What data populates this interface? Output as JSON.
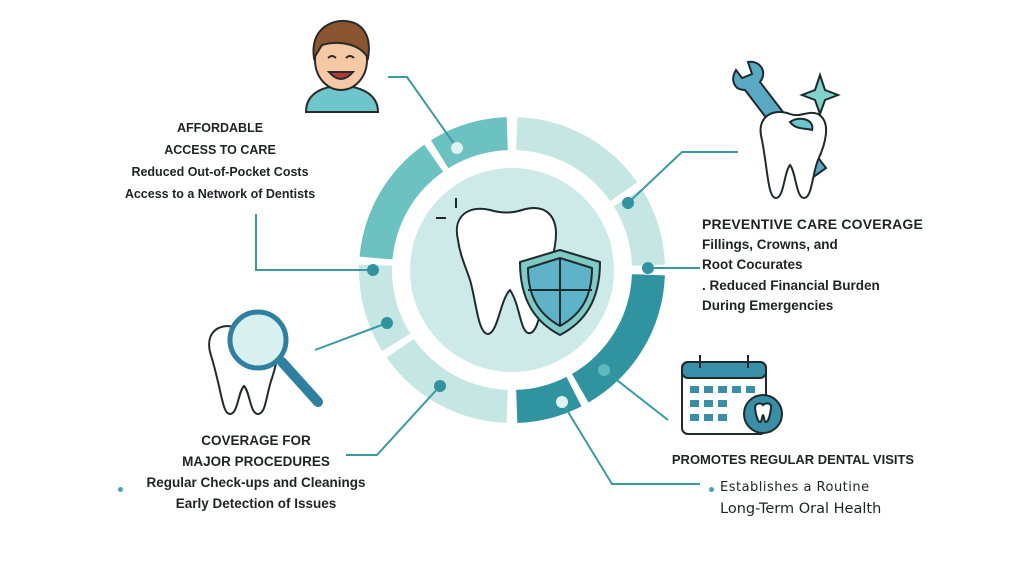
{
  "colors": {
    "dark": "#2f93a0",
    "medium": "#6cc1c1",
    "light": "#c6e6e4",
    "disk": "#cde9e8",
    "line": "#3a9aa2",
    "text": "#1f2326"
  },
  "blocks": {
    "affordable": {
      "title1": "AFFORDABLE",
      "title2": "ACCESS TO CARE",
      "items": [
        "Reduced Out-of-Pocket Costs",
        "Access to a Network of Dentists"
      ],
      "icon": "smiling-person-icon"
    },
    "preventive": {
      "title": "PREVENTIVE CARE COVERAGE",
      "lines": [
        "Fillings, Crowns, and",
        "Root Cocurates",
        ". Reduced Financial Burden",
        "During Emergencies"
      ],
      "icon": "tooth-wrench-sparkle-icon"
    },
    "major": {
      "title1": "COVERAGE FOR",
      "title2": "MAJOR PROCEDURES",
      "items": [
        "Regular Check-ups and Cleanings",
        "Early Detection of Issues"
      ],
      "icon": "tooth-magnifier-icon"
    },
    "visits": {
      "title": "PROMOTES REGULAR DENTAL VISITS",
      "items": [
        "Establishes a Routine",
        "Long-Term Oral Health"
      ],
      "icon": "calendar-tooth-icon"
    }
  },
  "center": {
    "icon": "tooth-shield-icon"
  }
}
